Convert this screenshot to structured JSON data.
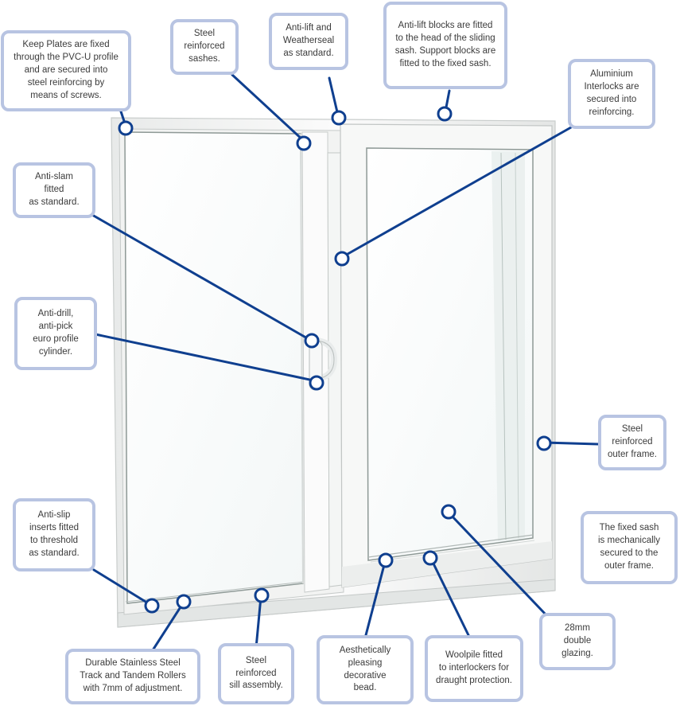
{
  "callouts": [
    {
      "id": "keep-plates",
      "text": "Keep Plates are fixed\nthrough the PVC-U profile\nand are secured into\nsteel reinforcing by\nmeans of screws."
    },
    {
      "id": "steel-sashes",
      "text": "Steel\nreinforced\nsashes."
    },
    {
      "id": "anti-lift-weatherseal",
      "text": "Anti-lift and\nWeatherseal\nas standard."
    },
    {
      "id": "anti-lift-blocks",
      "text": "Anti-lift blocks are fitted\nto the head of the sliding\nsash. Support blocks are\nfitted to the fixed sash."
    },
    {
      "id": "aluminium-interlocks",
      "text": "Aluminium\nInterlocks are\nsecured into\nreinforcing."
    },
    {
      "id": "anti-slam",
      "text": "Anti-slam\nfitted\nas standard."
    },
    {
      "id": "anti-drill",
      "text": "Anti-drill,\nanti-pick\neuro profile\ncylinder."
    },
    {
      "id": "steel-outer-frame",
      "text": "Steel\nreinforced\nouter frame."
    },
    {
      "id": "fixed-sash",
      "text": "The fixed sash\nis mechanically\nsecured to the\nouter frame."
    },
    {
      "id": "anti-slip",
      "text": "Anti-slip\ninserts fitted\nto threshold\nas standard."
    },
    {
      "id": "rollers",
      "text": "Durable Stainless Steel\nTrack and Tandem Rollers\nwith 7mm of adjustment."
    },
    {
      "id": "sill",
      "text": "Steel\nreinforced\nsill assembly."
    },
    {
      "id": "bead",
      "text": "Aesthetically\npleasing\ndecorative\nbead."
    },
    {
      "id": "woolpile",
      "text": "Woolpile fitted\nto interlockers for\ndraught protection."
    },
    {
      "id": "glazing",
      "text": "28mm\ndouble\nglazing."
    }
  ],
  "colors": {
    "leader": "#0f3f8f",
    "callout_border": "#b8c4e2",
    "frame": "#f4f5f4",
    "frame_edge": "#cfd3d2",
    "glass": "#fbfdfd",
    "glass_edge": "#9ea8a6",
    "text": "#3b3b3b"
  }
}
